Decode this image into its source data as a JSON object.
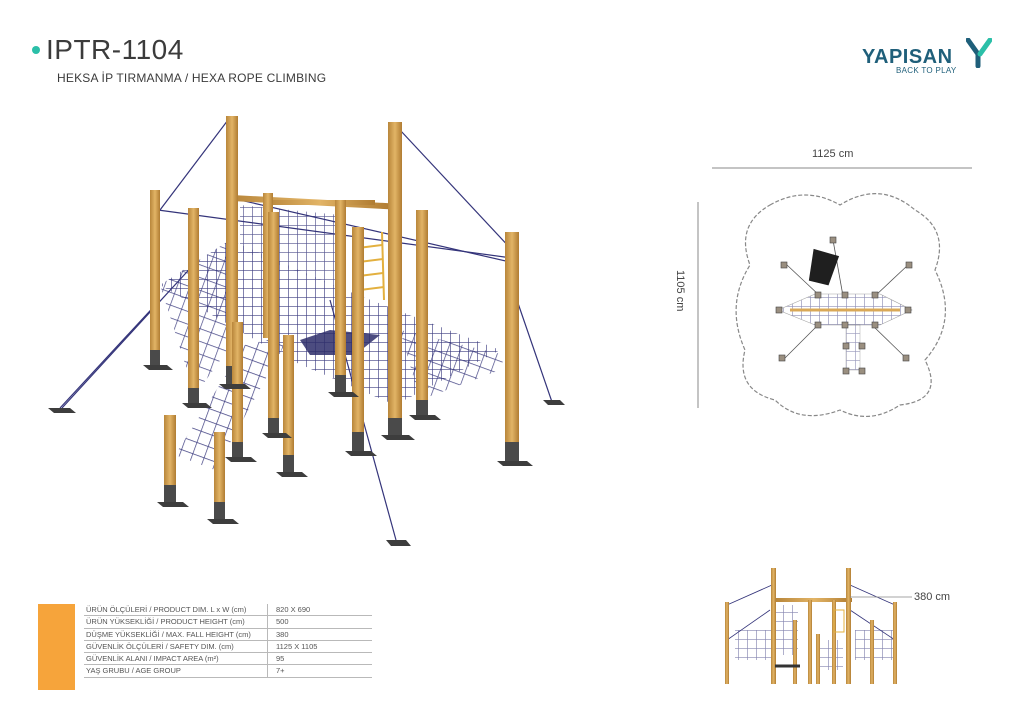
{
  "header": {
    "code": "IPTR-1104",
    "subtitle": "HEKSA İP TIRMANMA / HEXA ROPE CLIMBING"
  },
  "logo": {
    "name": "YAPISAN",
    "tagline": "BACK TO PLAY",
    "color": "#1f5f7a",
    "accent": "#2bbfa8"
  },
  "plan": {
    "width_label": "1125 cm",
    "height_label": "1105 cm"
  },
  "elevation": {
    "height_label": "380 cm"
  },
  "specs": [
    {
      "label": "ÜRÜN ÖLÇÜLERİ / PRODUCT DIM. L x W (cm)",
      "value": "820 X 690"
    },
    {
      "label": "ÜRÜN YÜKSEKLİĞİ / PRODUCT HEIGHT (cm)",
      "value": "500"
    },
    {
      "label": "DÜŞME YÜKSEKLİĞİ / MAX. FALL HEIGHT (cm)",
      "value": "380"
    },
    {
      "label": "GÜVENLİK ÖLÇÜLERİ / SAFETY DIM. (cm)",
      "value": "1125 X 1105"
    },
    {
      "label": "GÜVENLİK ALANI / IMPACT AREA (m²)",
      "value": "95"
    },
    {
      "label": "YAŞ GRUBU / AGE GROUP",
      "value": "7+"
    }
  ],
  "colors": {
    "wood": "#d9a857",
    "rope": "#34347a",
    "base": "#4a4a4a",
    "spec_accent": "#f6a43b"
  }
}
